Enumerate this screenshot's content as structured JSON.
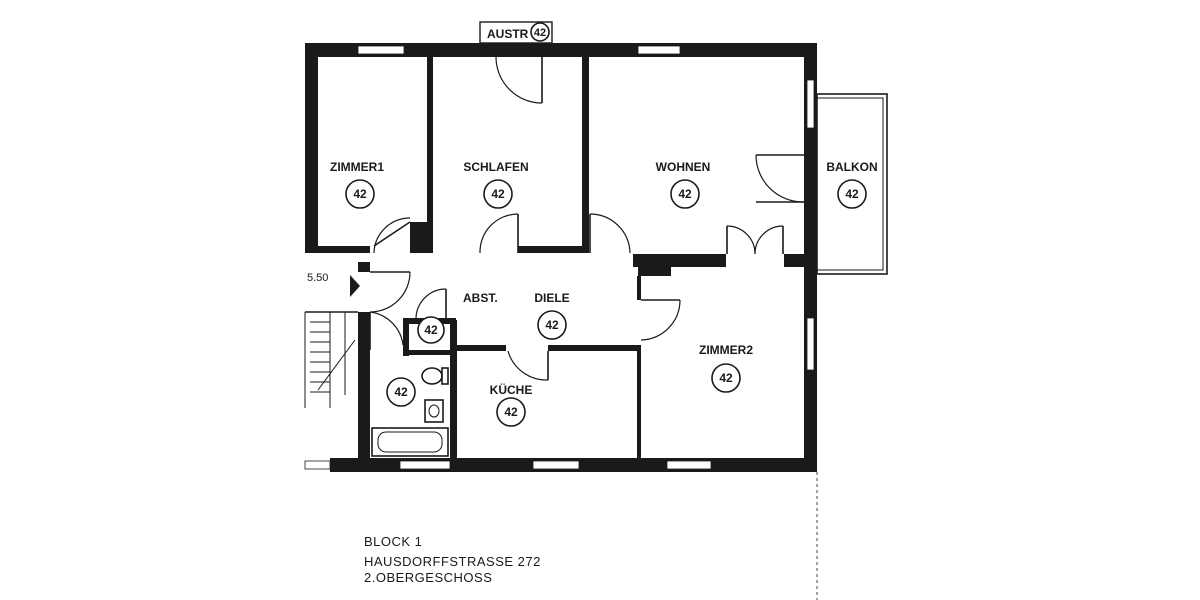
{
  "rooms": {
    "zimmer1": {
      "label": "ZIMMER1",
      "number": "42"
    },
    "schlafen": {
      "label": "SCHLAFEN",
      "number": "42"
    },
    "wohnen": {
      "label": "WOHNEN",
      "number": "42"
    },
    "balkon": {
      "label": "BALKON",
      "number": "42"
    },
    "abst": {
      "label": "ABST.",
      "number": "42"
    },
    "diele": {
      "label": "DIELE",
      "number": "42"
    },
    "bad": {
      "label": "",
      "number": "42"
    },
    "kueche": {
      "label": "KÜCHE",
      "number": "42"
    },
    "zimmer2": {
      "label": "ZIMMER2",
      "number": "42"
    },
    "austr": {
      "label": "AUSTR",
      "number": "42"
    }
  },
  "stair_level": "5.50",
  "caption": {
    "line1": "BLOCK 1",
    "line2": "HAUSDORFFSTRASSE 272",
    "line3": "2.OBERGESCHOSS"
  }
}
